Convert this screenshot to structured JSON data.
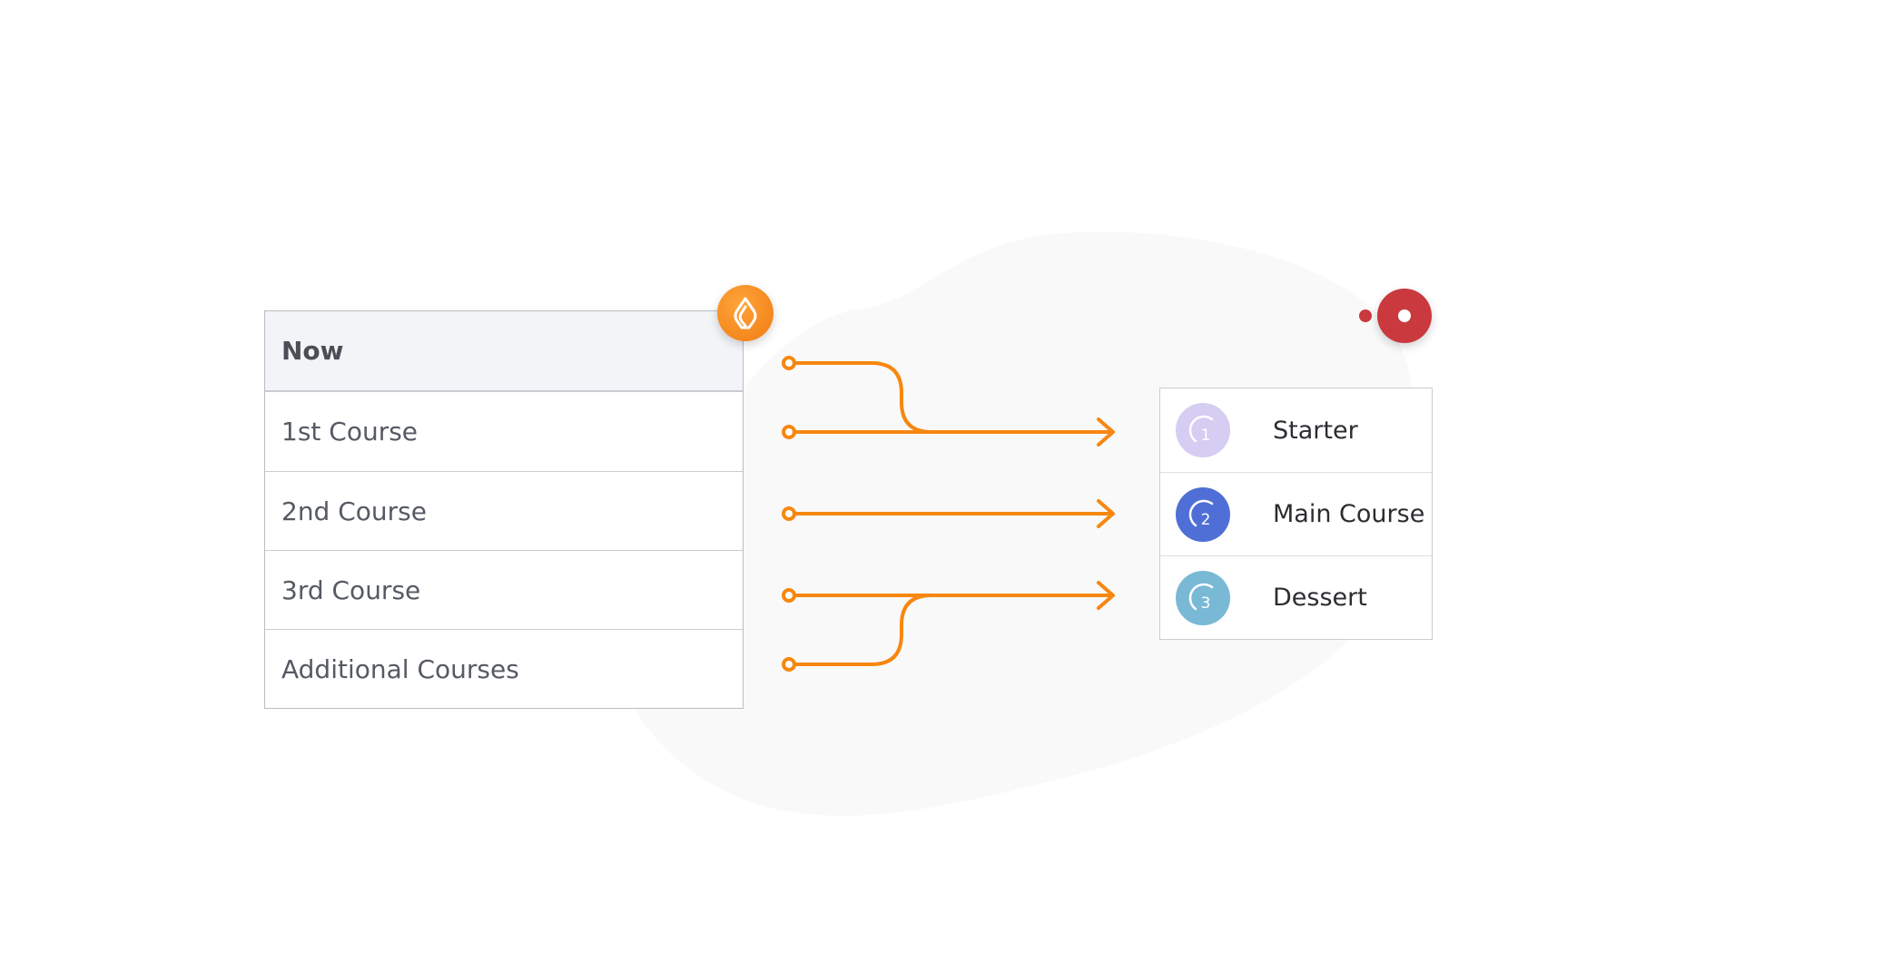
{
  "left_table": {
    "header": "Now",
    "rows": [
      "1st Course",
      "2nd Course",
      "3rd Course",
      "Additional Courses"
    ]
  },
  "right_table": {
    "rows": [
      {
        "number": "1",
        "label": "Starter",
        "color": "#d6cdf2"
      },
      {
        "number": "2",
        "label": "Main Course",
        "color": "#4f6fd6"
      },
      {
        "number": "3",
        "label": "Dessert",
        "color": "#79b9d6"
      }
    ]
  },
  "colors": {
    "connector": "#f7870f",
    "lightspeed_badge": "#f58a1f",
    "recording_badge": "#c9393d",
    "blob": "#f9f9f9"
  },
  "icons": {
    "left_badge": "lightspeed-flame-icon",
    "right_badge": "record-icon"
  }
}
